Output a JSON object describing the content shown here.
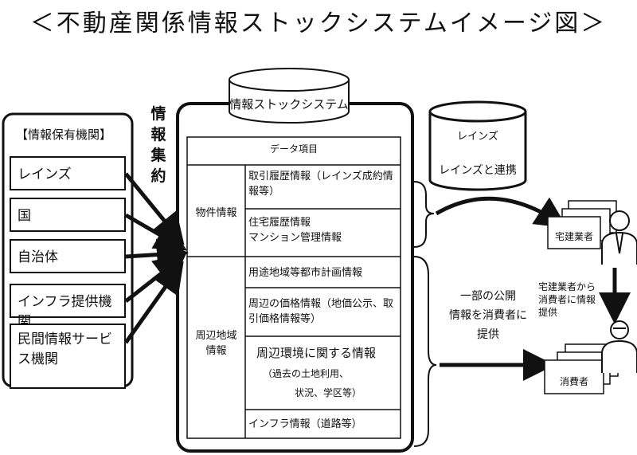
{
  "title": "＜不動産関係情報ストックシステムイメージ図＞",
  "sources": {
    "header": "【情報保有機関】",
    "items": [
      "レインズ",
      "国",
      "自治体",
      "インフラ提供機関",
      "民間情報サービス機関"
    ]
  },
  "aggregation_label": "情報集約",
  "system": {
    "title": "情報ストックシステム",
    "table_header": "データ項目",
    "groups": [
      {
        "label": "物件情報",
        "items": [
          "取引履歴情報（レインズ成約情報等）",
          "住宅履歴情報\nマンション管理情報"
        ]
      },
      {
        "label": "周辺地域\n情報",
        "items": [
          "用途地域等都市計画情報",
          "周辺の価格情報（地価公示、取引価格情報等）",
          "周辺環境に関する情報",
          "インフラ情報（道路等）"
        ]
      }
    ],
    "env_detail_1": "（過去の土地利用、",
    "env_detail_2": "状況、学区等）"
  },
  "reins": {
    "title": "レインズ",
    "link_label": "レインズと連携"
  },
  "public_info": "一部の公開\n情報を消費者に\n提供",
  "agent": {
    "label": "宅建業者",
    "note": "宅建業者から\n消費者に情報\n提供"
  },
  "consumer": {
    "label": "消費者"
  }
}
